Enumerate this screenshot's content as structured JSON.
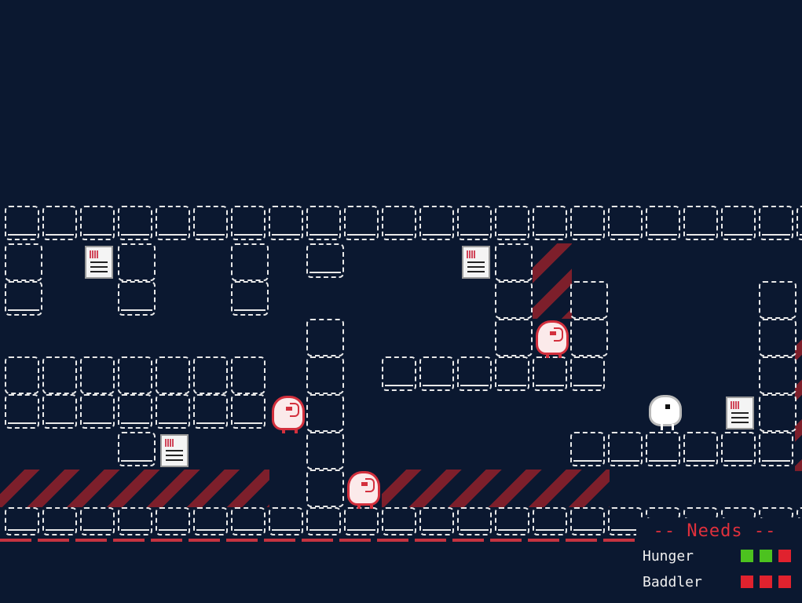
{
  "hud": {
    "title": "-- Needs --",
    "needs": [
      {
        "label": "Hunger",
        "pips": [
          "#4cc21f",
          "#4cc21f",
          "#e0222e"
        ]
      },
      {
        "label": "Baddler",
        "pips": [
          "#e0222e",
          "#e0222e",
          "#e0222e"
        ]
      }
    ]
  },
  "colors": {
    "background": "#0b1830",
    "tile_outline": "#e8e8e8",
    "hazard": "#7d1f2b",
    "enemy": "#d3303d",
    "need_full": "#4cc21f",
    "need_empty": "#e0222e"
  },
  "sprites": {
    "player": "white-creature",
    "enemies": "red-blob-creature",
    "pickups": "document-icon"
  }
}
